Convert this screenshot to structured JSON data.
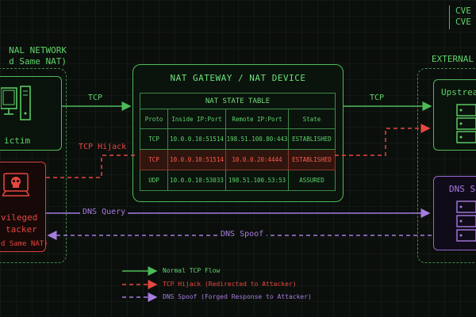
{
  "cve": {
    "line1": "CVE",
    "line2": "CVE"
  },
  "internal_zone": {
    "title_line1": "NAL NETWORK",
    "title_line2": "d Same NAT)"
  },
  "external_zone": {
    "title": "EXTERNAL"
  },
  "victim": {
    "label": "ictim"
  },
  "attacker": {
    "label_line1": "vileged",
    "label_line2": "tacker",
    "label_line3": "d Same NAT)"
  },
  "nat": {
    "title": "NAT GATEWAY / NAT DEVICE",
    "table_caption": "NAT STATE TABLE",
    "headers": [
      "Proto",
      "Inside IP:Port",
      "Remote IP:Port",
      "State"
    ],
    "rows": [
      {
        "proto": "TCP",
        "inside": "10.0.0.10:51514",
        "remote": "198.51.100.80:443",
        "state": "ESTABLISHED"
      },
      {
        "proto": "TCP",
        "inside": "10.0.0.10:51514",
        "remote": "10.0.0.20:4444",
        "state": "ESTABLISHED"
      },
      {
        "proto": "UDP",
        "inside": "10.0.0.10:53033",
        "remote": "198.51.100.53:53",
        "state": "ASSURED"
      }
    ]
  },
  "upstream": {
    "label": "Upstream"
  },
  "dns_server": {
    "label": "DNS Se"
  },
  "flows": {
    "tcp_left": "TCP",
    "tcp_right": "TCP",
    "tcp_hijack": "TCP Hijack",
    "dns_query": "DNS Query",
    "dns_spoof": "DNS Spoof"
  },
  "legend": [
    {
      "label": "Normal TCP Flow",
      "color": "#4cbb57",
      "style": "solid"
    },
    {
      "label": "TCP Hijack (Redirected to Attacker)",
      "color": "#e8473f",
      "style": "dashed"
    },
    {
      "label": "DNS Spoof (Forged Response to Attacker)",
      "color": "#a77be0",
      "style": "dashed"
    }
  ],
  "colors": {
    "green": "#4cbb57",
    "red": "#e8473f",
    "purple": "#a77be0",
    "background": "#0b0f0c"
  }
}
